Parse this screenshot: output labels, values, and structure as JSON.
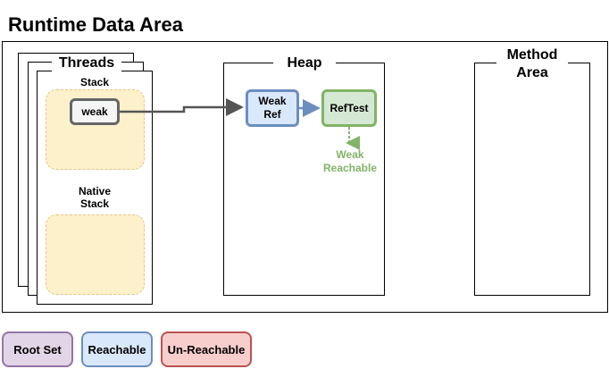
{
  "title": "Runtime Data Area",
  "threads": {
    "label": "Threads",
    "stack_label": "Stack",
    "native_stack_label": "Native\nStack",
    "weak_node": "weak"
  },
  "heap": {
    "label": "Heap",
    "weak_ref": "Weak\nRef",
    "ref_test": "RefTest",
    "weak_reachable": "Weak\nReachable"
  },
  "method_area": {
    "label": "Method\nArea"
  },
  "legend": [
    {
      "label": "Root Set",
      "fill": "#e1d5e7",
      "stroke": "#9673a6"
    },
    {
      "label": "Reachable",
      "fill": "#dae8fc",
      "stroke": "#6c8ebf"
    },
    {
      "label": "Un-Reachable",
      "fill": "#f8cecc",
      "stroke": "#b85450"
    }
  ],
  "colors": {
    "weak_node_stroke": "#666666",
    "weak_node_fill": "#f5f5f5",
    "ref_test_fill": "#d5e8d4",
    "ref_test_stroke": "#82b366",
    "weak_reachable_text": "#82b366",
    "area_fill": "#fdf1cc"
  }
}
